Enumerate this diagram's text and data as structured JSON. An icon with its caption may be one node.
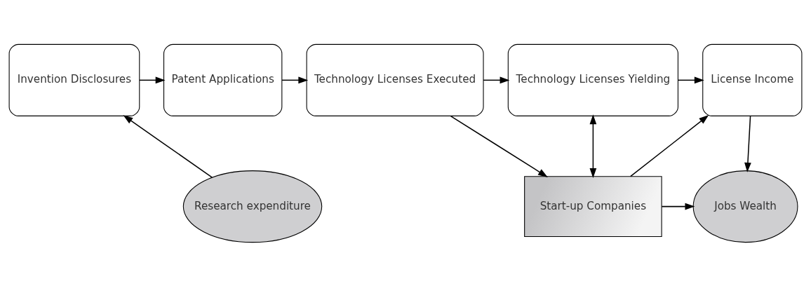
{
  "diagram": {
    "nodes": [
      {
        "text": [
          "Invention Disclosures"
        ]
      },
      {
        "text": [
          "Patent Applications"
        ]
      },
      {
        "text": [
          "Technology Licenses Executed"
        ]
      },
      {
        "text": [
          "Technology Licenses Yielding"
        ]
      },
      {
        "text": [
          "License Income"
        ]
      },
      {
        "text": [
          "Research expenditure"
        ]
      },
      {
        "text": [
          "Start-up Companies"
        ]
      },
      {
        "text": [
          "Jobs Wealth"
        ]
      }
    ],
    "edges": [
      {
        "from": 5,
        "to": 0,
        "arrow": "to"
      },
      {
        "from": 0,
        "to": 1,
        "arrow": "to"
      },
      {
        "from": 1,
        "to": 2,
        "arrow": "to"
      },
      {
        "from": 2,
        "to": 3,
        "arrow": "to"
      },
      {
        "from": 3,
        "to": 4,
        "arrow": "to"
      },
      {
        "from": 2,
        "to": 6,
        "arrow": "to"
      },
      {
        "from": 3,
        "to": 6,
        "arrow": "both"
      },
      {
        "from": 6,
        "to": 4,
        "arrow": "to"
      },
      {
        "from": 4,
        "to": 7,
        "arrow": "to"
      },
      {
        "from": 6,
        "to": 7,
        "arrow": "to"
      }
    ]
  }
}
